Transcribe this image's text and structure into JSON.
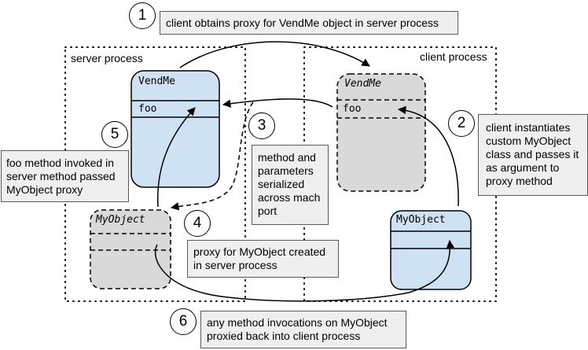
{
  "regions": {
    "server": {
      "label": "server process"
    },
    "client": {
      "label": "client process"
    }
  },
  "classes": {
    "server_vendme": {
      "name": "VendMe",
      "method": "foo",
      "kind": "real",
      "fill": "#cfe2f3"
    },
    "client_vendme_proxy": {
      "name": "VendMe",
      "method": "foo",
      "kind": "proxy",
      "fill": "#d9d9d9"
    },
    "server_myobject_proxy": {
      "name": "MyObject",
      "kind": "proxy",
      "fill": "#d9d9d9"
    },
    "client_myobject": {
      "name": "MyObject",
      "kind": "real",
      "fill": "#cfe2f3"
    }
  },
  "steps": [
    {
      "number": "1",
      "text": "client obtains proxy for VendMe object in server process"
    },
    {
      "number": "2",
      "text": "client instantiates\ncustom MyObject\nclass and passes it\nas argument to\nproxy method"
    },
    {
      "number": "3",
      "text": "method and\nparameters\nserialized\nacross mach\nport"
    },
    {
      "number": "4",
      "text": "proxy for MyObject created\nin server process"
    },
    {
      "number": "5",
      "text": "foo method invoked in\nserver method passed\nMyObject proxy"
    },
    {
      "number": "6",
      "text": "any method invocations on MyObject\nproxied back into client process"
    }
  ],
  "colors": {
    "real_object_fill": "#cfe2f3",
    "proxy_object_fill": "#d9d9d9",
    "note_fill": "#efefef",
    "stroke": "#000000"
  }
}
